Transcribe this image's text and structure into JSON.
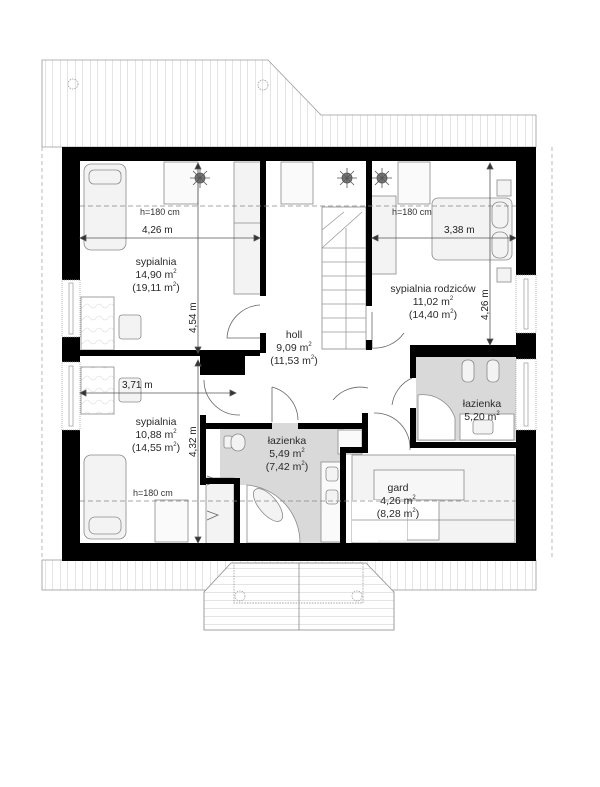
{
  "plan": {
    "title": "Floor plan - attic (poddasze)",
    "colors": {
      "wall": "#000000",
      "roof_line": "#9a9a9a",
      "bathroom_floor": "#d9d9d9",
      "furniture_fill": "#f3f3f3",
      "furniture_stroke": "#8a8a8a",
      "dim_line": "#555555"
    },
    "rooms": [
      {
        "id": "bedroom-1",
        "name": "sypialnia",
        "area": "14,90 m",
        "area_total": "(19,11 m",
        "width_dim": "4,26 m",
        "depth_dim": "4,54 m",
        "height_note": "h=180 cm"
      },
      {
        "id": "hall",
        "name": "holl",
        "area": "9,09 m",
        "area_total": "(11,53 m"
      },
      {
        "id": "master-bedroom",
        "name": "sypialnia rodziców",
        "area": "11,02 m",
        "area_total": "(14,40 m",
        "width_dim": "3,38 m",
        "depth_dim": "4,26 m",
        "height_note": "h=180 cm"
      },
      {
        "id": "bedroom-2",
        "name": "sypialnia",
        "area": "10,88 m",
        "area_total": "(14,55 m",
        "width_dim": "3,71 m",
        "depth_dim": "4,32 m",
        "height_note": "h=180 cm"
      },
      {
        "id": "bathroom-1",
        "name": "łazienka",
        "area": "5,49 m",
        "area_total": "(7,42 m"
      },
      {
        "id": "bathroom-2",
        "name": "łazienka",
        "area": "5,20 m"
      },
      {
        "id": "wardrobe",
        "name": "gard",
        "area": "4,26 m",
        "area_total": "(8,28 m"
      }
    ],
    "units": {
      "sq": "2",
      "close": ")"
    }
  }
}
